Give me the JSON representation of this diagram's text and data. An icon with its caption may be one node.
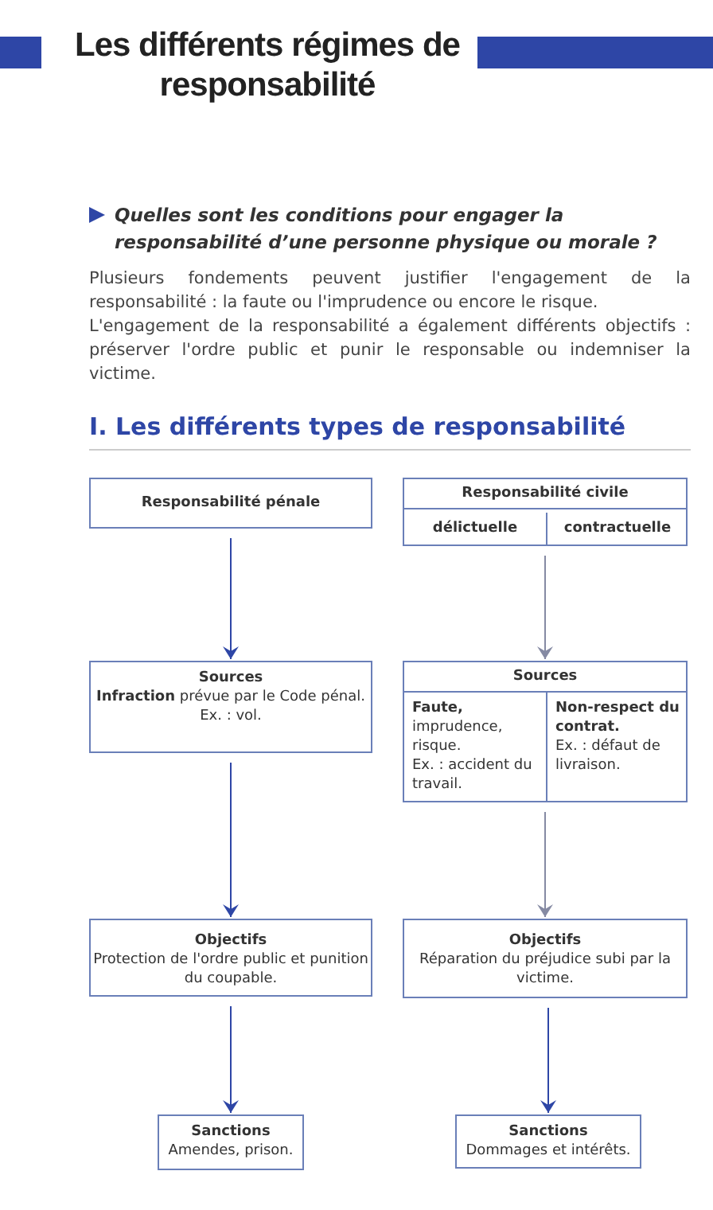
{
  "diagram": {
    "title": "Les différents régimes de responsabilité",
    "nodes": [
      {
        "text": [
          "Responsabilité pénale"
        ]
      },
      {
        "text": [
          "Responsabilité civile"
        ]
      },
      {
        "text": [
          "délictuelle"
        ],
        "in": 1
      },
      {
        "text": [
          "contractuelle"
        ],
        "in": 1
      },
      {
        "text": [
          "Sources",
          "**Infraction** prévue par le Code pénal.",
          "Ex. : vol."
        ]
      },
      {
        "text": [
          "Sources"
        ]
      },
      {
        "text": [
          "**Faute,** imprudence, risque.",
          "Ex. : accident du travail."
        ],
        "in": 5
      },
      {
        "text": [
          "Non-respect du contrat.",
          "Ex. : défaut de livraison."
        ],
        "in": 5
      },
      {
        "text": [
          "Objectifs",
          "Protection de l'ordre public et punition du coupable."
        ]
      },
      {
        "text": [
          "Objectifs",
          "Réparation du préjudice subi par la victime."
        ]
      },
      {
        "text": [
          "Sanctions",
          "Amendes, prison."
        ]
      },
      {
        "text": [
          "Sanctions",
          "Dommages et intérêts."
        ]
      }
    ],
    "edges": [
      {
        "from": 0,
        "to": 4,
        "arrow": "to"
      },
      {
        "from": 4,
        "to": 8,
        "arrow": "to"
      },
      {
        "from": 8,
        "to": 10,
        "arrow": "to"
      },
      {
        "from": 1,
        "to": 5,
        "arrow": "to",
        "color": "#858aa3"
      },
      {
        "from": 5,
        "to": 9,
        "arrow": "to",
        "color": "#858aa3"
      },
      {
        "from": 9,
        "to": 11,
        "arrow": "to"
      }
    ],
    "labels": [
      "Quelles sont les conditions pour engager la responsabilité d’une personne physique ou morale ?",
      "Plusieurs fondements peuvent justifier l'engagement de la responsabilité : la faute ou l'imprudence ou encore le risque.",
      "L'engagement de la responsabilité a également différents objectifs : préserver l'ordre public et punir le responsable ou indemniser la victime.",
      "I. Les différents types de responsabilité"
    ]
  }
}
